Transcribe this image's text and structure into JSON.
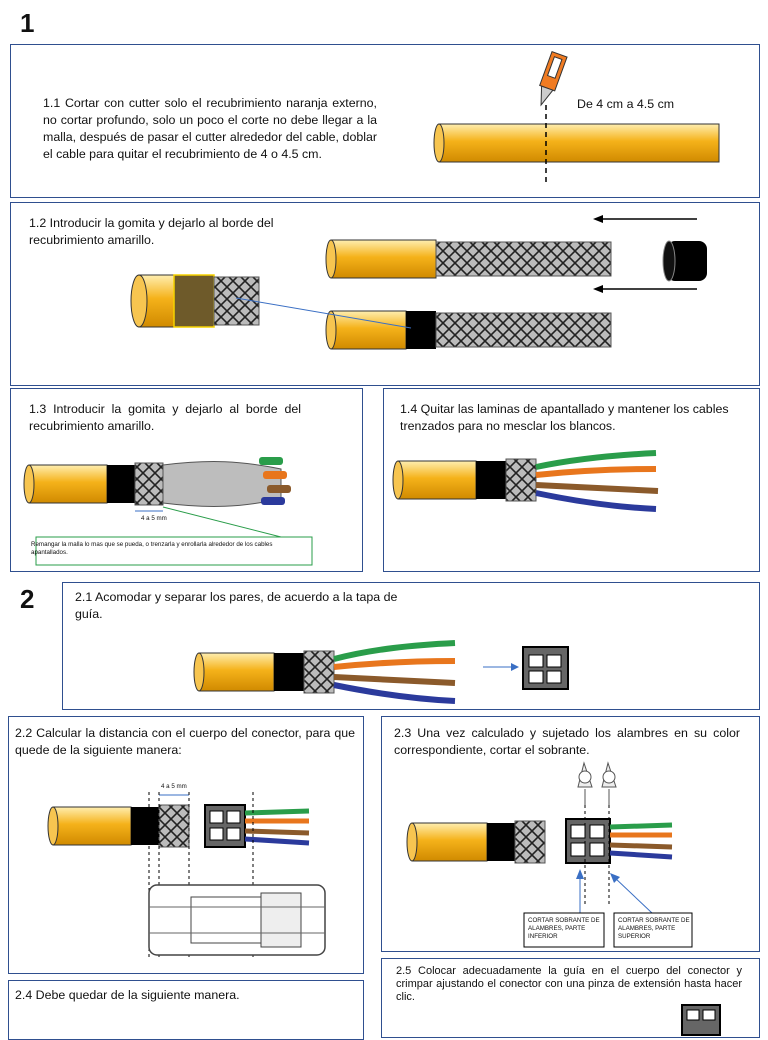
{
  "sections": {
    "one": "1",
    "two": "2"
  },
  "steps": {
    "s1_1": "1.1  Cortar con cutter solo el recubrimiento naranja externo, no cortar profundo, solo un poco el corte no debe llegar a la malla, después de pasar el cutter alrededor del cable, doblar el cable para quitar el recubrimiento de 4 o 4.5 cm.",
    "s1_1_measure": "De 4 cm a 4.5 cm",
    "s1_2": "1.2  Introducir la gomita y dejarlo al borde del recubrimiento amarillo.",
    "s1_3": "1.3  Introducir la gomita y dejarlo al borde del recubrimiento amarillo.",
    "s1_3_dim": "4 a 5 mm",
    "s1_3_note": "Remangar la malla lo mas que se pueda, o trenzarla y enrollarla alrededor de los cables apantallados.",
    "s1_4": "1.4  Quitar las laminas de apantallado y mantener los cables trenzados para no mesclar los blancos.",
    "s2_1": "2.1 Acomodar y separar los pares, de acuerdo a la tapa de guía.",
    "s2_2": "2.2 Calcular la distancia con el cuerpo del conector, para que quede de la siguiente manera:",
    "s2_2_dim": "4 a 5 mm",
    "s2_3": "2.3 Una vez calculado y sujetado los alambres en su color correspondiente, cortar el sobrante.",
    "s2_3_label_lower": "CORTAR SOBRANTE DE ALAMBRES, PARTE INFERIOR",
    "s2_3_label_upper": "CORTAR SOBRANTE DE ALAMBRES, PARTE SUPERIOR",
    "s2_4": "2.4 Debe quedar de la siguiente manera.",
    "s2_5": "2.5 Colocar adecuadamente la guía en el cuerpo del conector y crimpar ajustando el conector con una pinza de extensión hasta hacer clic."
  },
  "colors": {
    "jacket": "#f5b21a",
    "jacket_light": "#ffe9a6",
    "accent": "#2f4f8f",
    "green": "#2a9d4a",
    "orange": "#e8761d",
    "brown": "#8b5a2b",
    "blue": "#2b3a9c",
    "arrow": "#3a6fc4"
  }
}
